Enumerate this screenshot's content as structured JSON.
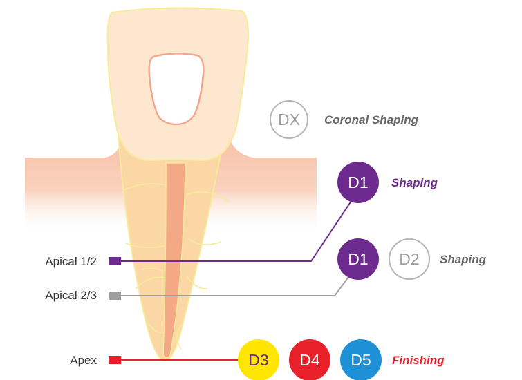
{
  "colors": {
    "purple": "#6d2b90",
    "gray": "#9e9e9e",
    "red": "#e8202a",
    "yellow": "#ffe600",
    "blue": "#1e90d6",
    "gum": "#f7c3ab",
    "root": "#fbd7a6",
    "crown": "#fde8cf",
    "canal": "#f3a886"
  },
  "labels": {
    "apical_half": "Apical 1/2",
    "apical_two_thirds": "Apical 2/3",
    "apex": "Apex"
  },
  "steps": {
    "coronal": {
      "badge": "DX",
      "text": "Coronal Shaping"
    },
    "shaping_purple": {
      "badge": "D1",
      "text": "Shaping"
    },
    "shaping_gray": {
      "badge_a": "D1",
      "badge_b": "D2",
      "text": "Shaping"
    },
    "finishing": {
      "badge_a": "D3",
      "badge_b": "D4",
      "badge_c": "D5",
      "text": "Finishing"
    }
  }
}
